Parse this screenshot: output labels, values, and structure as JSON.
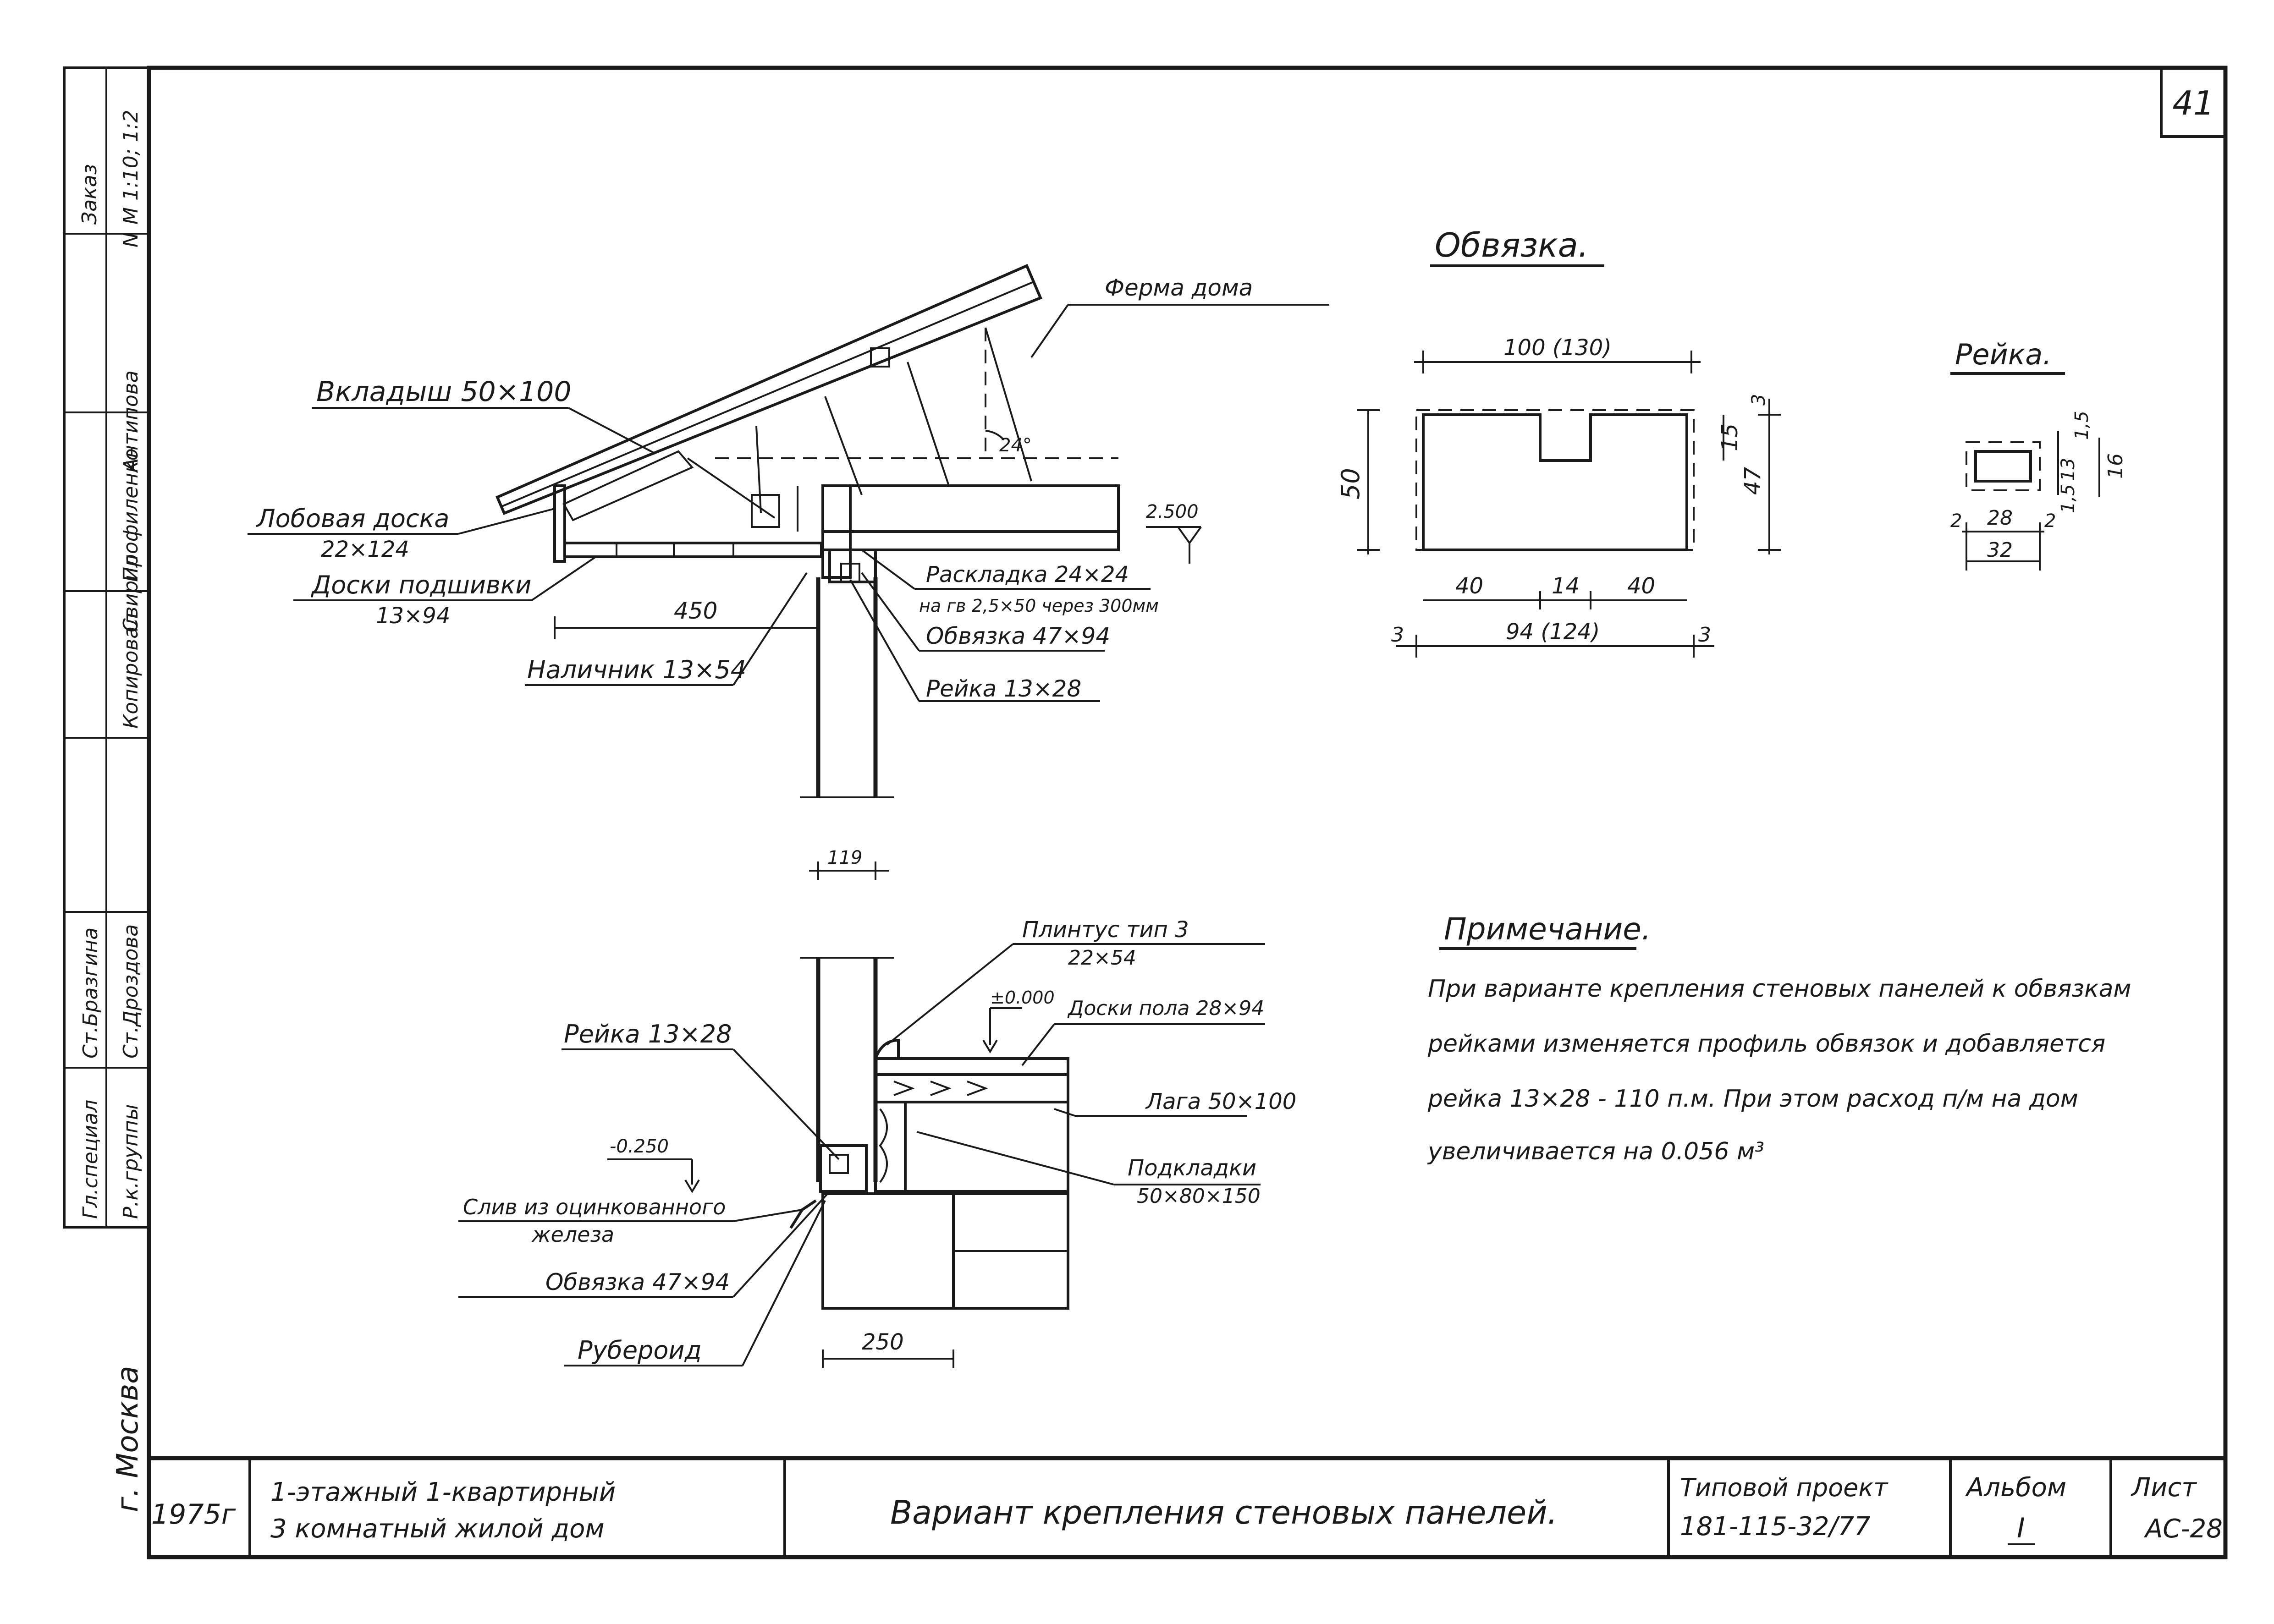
{
  "sheet": {
    "number": "41",
    "colors": {
      "ink": "#1a1a1a",
      "paper": "#ffffff"
    }
  },
  "sidebar": {
    "rows": [
      {
        "role": "Гл.специал",
        "name": "Р.к.группы"
      },
      {
        "role": "Ст.Бразгина",
        "name": "Ст.Дроздова"
      },
      {
        "role": "Свирил",
        "name": "Копировал"
      },
      {
        "role": "Антипова",
        "name": "Профиленко"
      }
    ],
    "order": "Заказ",
    "order_value": "N",
    "scale": "М 1:10; 1:2",
    "city": "г. Москва"
  },
  "labels": {
    "ferma": "Ферма дома",
    "vkladysh": "Вкладыш 50×100",
    "lobovaya": "Лобовая доска",
    "lobovaya_size": "22×124",
    "doski_podshivki": "Доски подшивки",
    "doski_podshivki_size": "13×94",
    "nalichnik": "Наличник 13×54",
    "raskladka": "Раскладка 24×24",
    "raskladka_note": "на гв 2,5×50 через 300мм",
    "obvyazka_top": "Обвязка 47×94",
    "reyka_top": "Рейка 13×28",
    "dim_450": "450",
    "elev_2500": "2.500",
    "angle": "24°",
    "dim_119": "119",
    "plintus": "Плинтус тип 3",
    "plintus_size": "22×54",
    "elev_0000": "±0.000",
    "doski_pola": "Доски пола 28×94",
    "laga": "Лага 50×100",
    "podkladki": "Подкладки",
    "podkladki_size": "50×80×150",
    "reyka_bottom": "Рейка 13×28",
    "elev_neg": "-0.250",
    "sliv": "Слив из оцинкованного",
    "sliv2": "железа",
    "obvyazka_bottom": "Обвязка 47×94",
    "ruberoid": "Рубероид",
    "dim_250": "250"
  },
  "obvyazka_detail": {
    "title": "Обвязка.",
    "dim_top": "100 (130)",
    "dim_height": "50",
    "dim_notch": "15",
    "dim_3": "3",
    "dim_47": "47",
    "dim_40a": "40",
    "dim_14": "14",
    "dim_40b": "40",
    "dim_3l": "3",
    "dim_bottom": "94 (124)",
    "dim_3r": "3"
  },
  "reyka_detail": {
    "title": "Рейка.",
    "dim_15a": "1,5",
    "dim_13": "13",
    "dim_15b": "1,5",
    "dim_16": "16",
    "dim_2a": "2",
    "dim_28": "28",
    "dim_2b": "2",
    "dim_32": "32"
  },
  "note": {
    "title": "Примечание.",
    "lines": [
      "При варианте крепления стеновых панелей к обвязкам",
      "рейками изменяется профиль обвязок и добавляется",
      "рейка 13×28 - 110 п.м. При этом расход п/м на дом",
      "увеличивается на 0.056 м³"
    ]
  },
  "titleblock": {
    "year": "1975г",
    "object_line1": "1-этажный 1-квартирный",
    "object_line2": "3 комнатный жилой дом",
    "drawing_title": "Вариант крепления стеновых панелей.",
    "project_label": "Типовой проект",
    "project_code": "181-115-32/77",
    "album_label": "Альбом",
    "album_value": "I",
    "sheet_label": "Лист",
    "sheet_value": "АС-28"
  }
}
